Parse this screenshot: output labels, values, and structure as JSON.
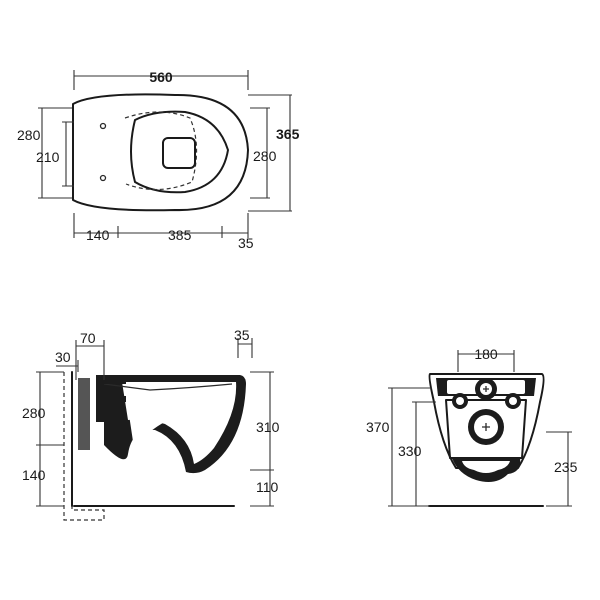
{
  "top_view": {
    "width": "560",
    "depth": "365",
    "depth_inner": "280",
    "left_height_outer": "280",
    "left_height_inner": "210",
    "seg_a": "140",
    "seg_b": "385",
    "seg_c": "35"
  },
  "side_view": {
    "d70": "70",
    "d30": "30",
    "d35": "35",
    "h280": "280",
    "h140": "140",
    "h310": "310",
    "h110": "110"
  },
  "rear_view": {
    "w180": "180",
    "h370": "370",
    "h330": "330",
    "h235": "235"
  }
}
